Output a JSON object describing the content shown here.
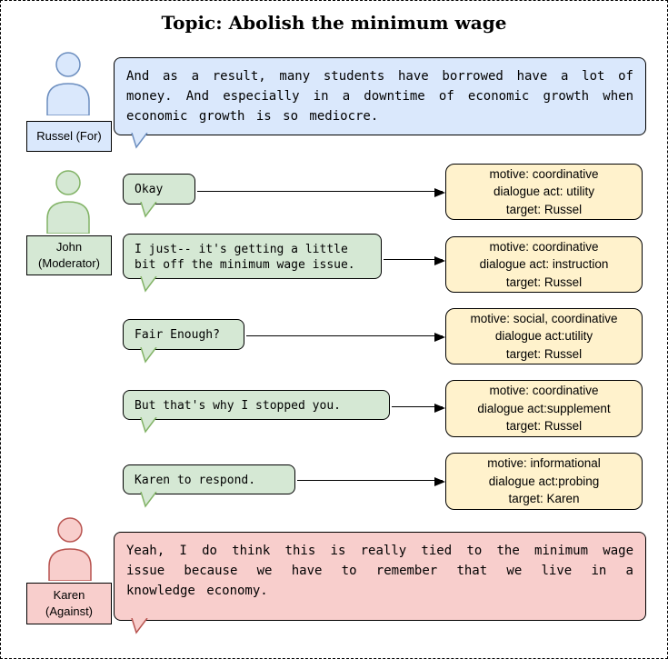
{
  "title": "Topic: Abolish the minimum wage",
  "russel": {
    "label": "Russel (For)",
    "message": "And as a result, many students have borrowed have a lot of money. And especially in a downtime of economic growth when economic growth is so mediocre."
  },
  "john": {
    "label": "John\n(Moderator)",
    "turns": [
      {
        "message": "Okay",
        "annotation": "motive: coordinative\ndialogue act: utility\ntarget: Russel"
      },
      {
        "message": "I just-- it's getting a little bit off the minimum wage issue.",
        "annotation": "motive: coordinative\ndialogue act: instruction\ntarget: Russel"
      },
      {
        "message": "Fair Enough?",
        "annotation": "motive: social, coordinative\ndialogue act:utility\ntarget: Russel"
      },
      {
        "message": "But that's why I stopped you.",
        "annotation": "motive: coordinative\ndialogue act:supplement\ntarget: Russel"
      },
      {
        "message": "Karen to respond.",
        "annotation": "motive: informational\ndialogue act:probing\ntarget: Karen"
      }
    ]
  },
  "karen": {
    "label": "Karen\n(Against)",
    "message": "Yeah, I do think this is really tied to the minimum wage issue because we have to remember that we live in a knowledge economy."
  },
  "colors": {
    "for_fill": "#dae8fc",
    "for_stroke": "#6c8ebf",
    "moderator_fill": "#d5e8d4",
    "moderator_stroke": "#82b366",
    "annotation_fill": "#fff2cc",
    "annotation_stroke": "#d6b656",
    "against_fill": "#f8cecc",
    "against_stroke": "#b85450",
    "arrow": "#000000"
  }
}
